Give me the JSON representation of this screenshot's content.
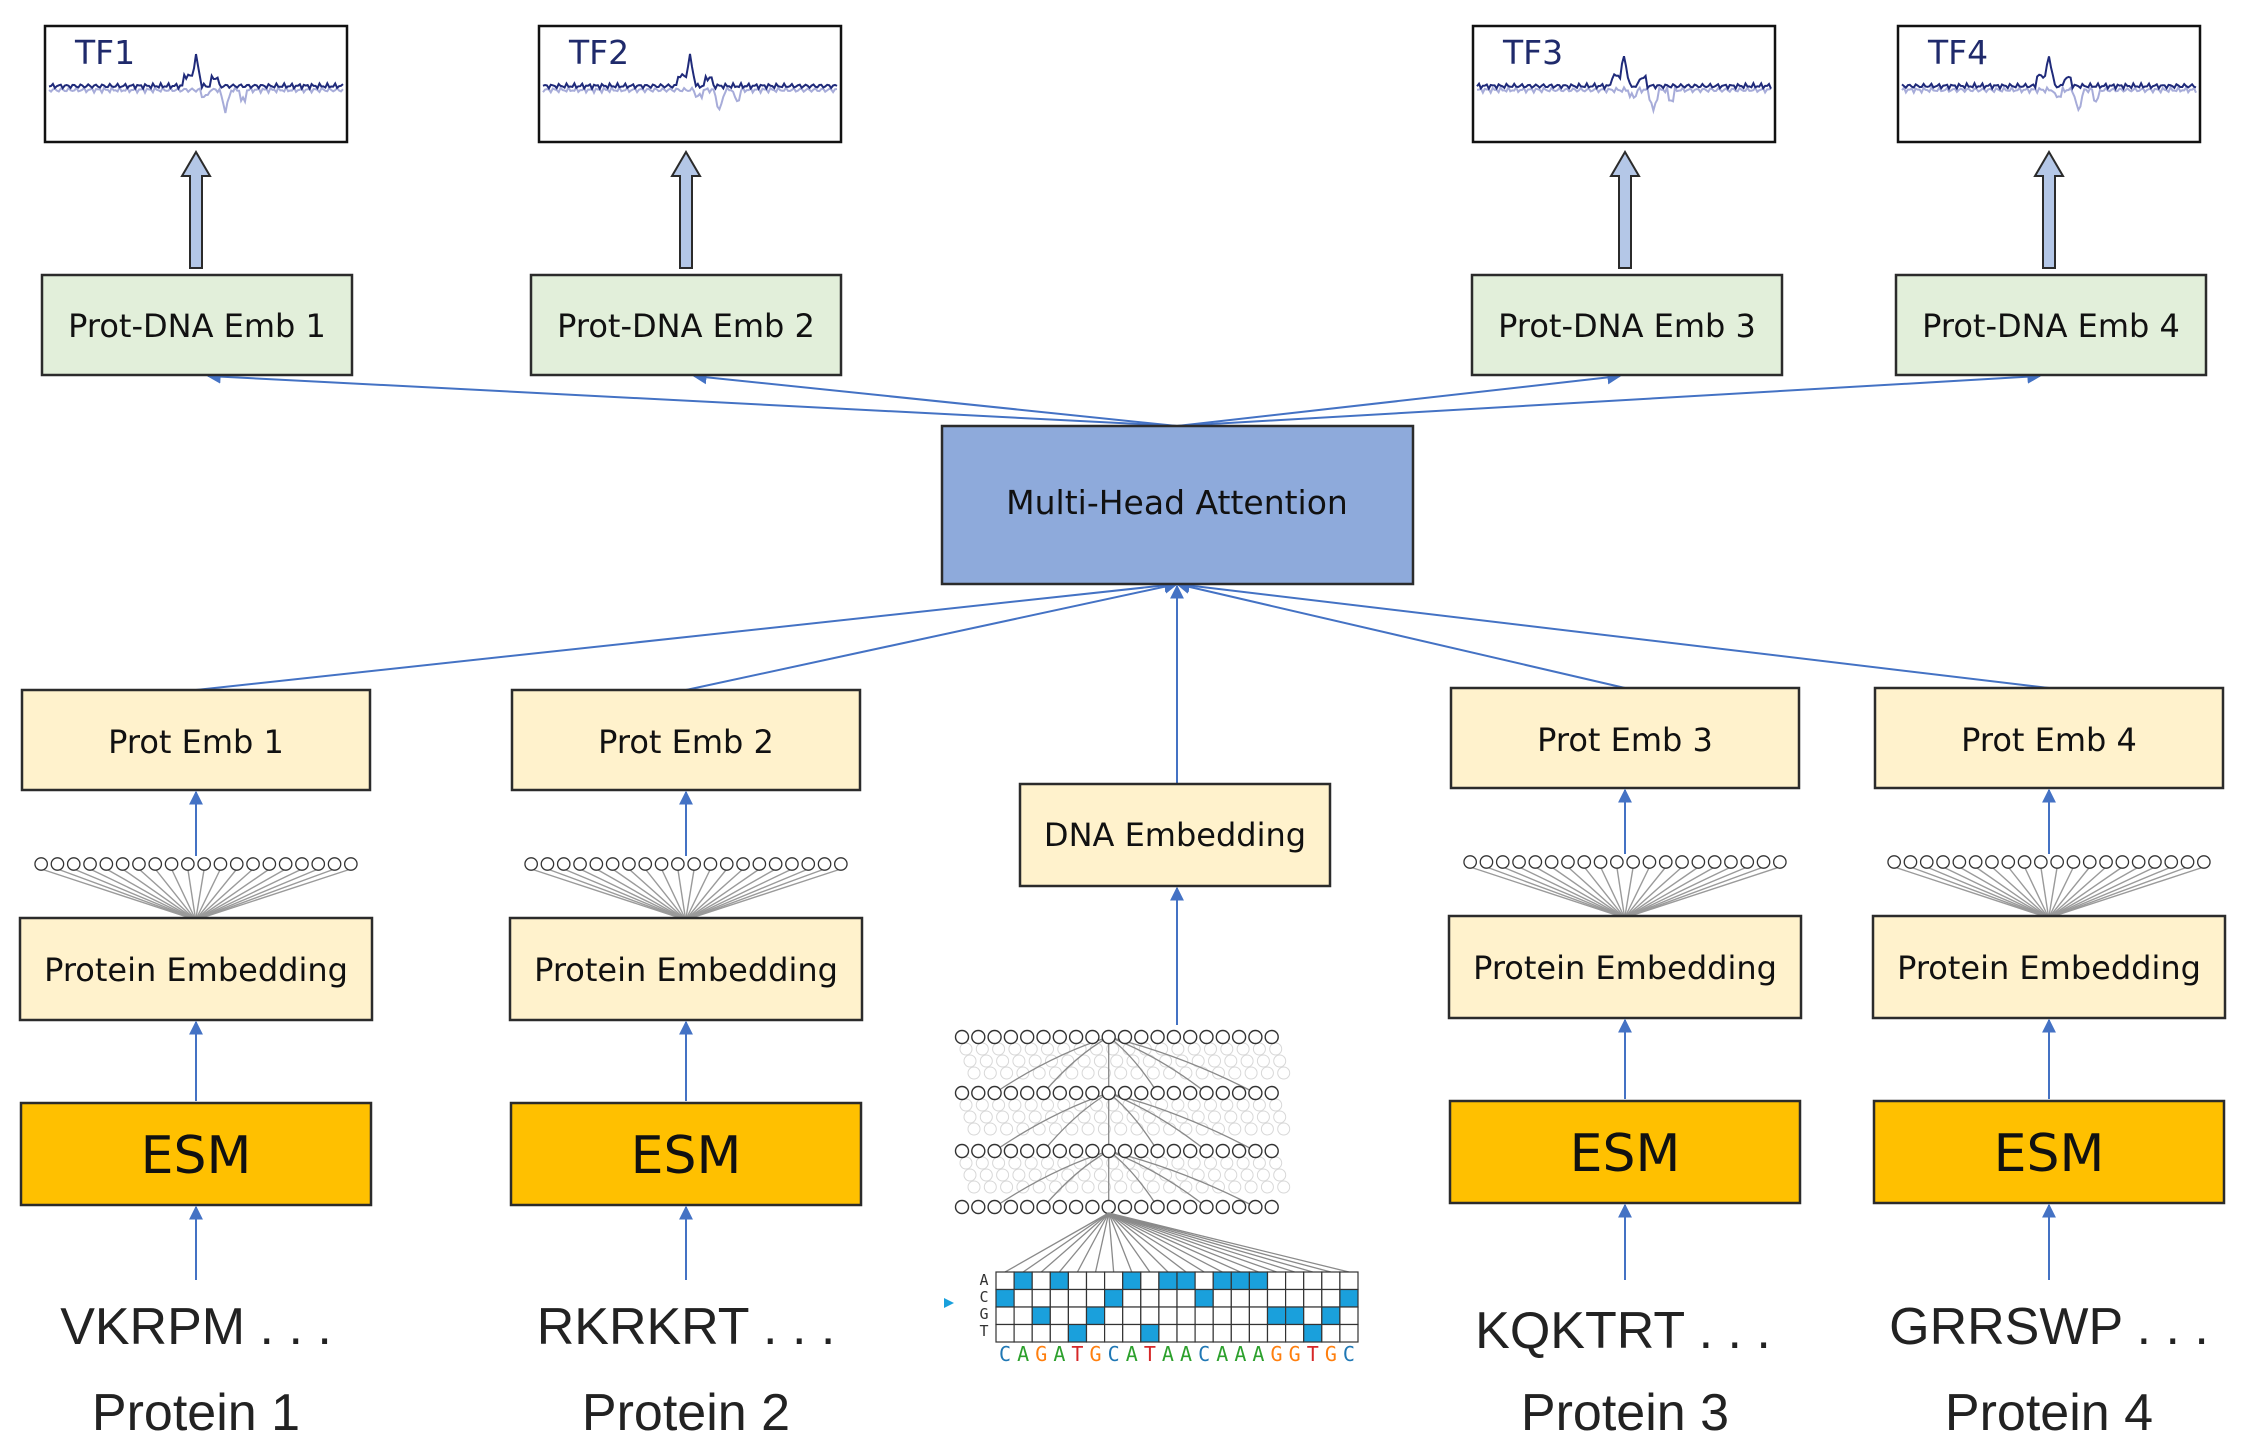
{
  "colors": {
    "prot_emb_fill": "#fff2cc",
    "prot_emb_stroke": "#2b2b2b",
    "protdna_fill": "#e2efda",
    "attention_fill": "#8eaadb",
    "esm_fill": "#ffc000",
    "arrow": "#4472c4",
    "track_dark": "#1f2a7a",
    "track_light": "#a7acd9",
    "hot_arrow_fill": "#b4c7e7",
    "onehot_cell": "#1aa0dc"
  },
  "attention": {
    "label": "Multi-Head Attention"
  },
  "dna": {
    "embedding_label": "DNA Embedding",
    "onehot_letters": [
      "A",
      "C",
      "G",
      "T"
    ],
    "sequence": "CAGATGCATAACAAAGGTGC",
    "sequence_colors": [
      "#1f77b4",
      "#2ca02c",
      "#ff7f0e",
      "#2ca02c",
      "#d62728",
      "#ff7f0e",
      "#1f77b4",
      "#2ca02c",
      "#d62728",
      "#2ca02c",
      "#2ca02c",
      "#1f77b4",
      "#2ca02c",
      "#2ca02c",
      "#2ca02c",
      "#ff7f0e",
      "#ff7f0e",
      "#d62728",
      "#ff7f0e",
      "#1f77b4"
    ]
  },
  "proteins": [
    {
      "tf_label": "TF1",
      "protdna_label": "Prot-DNA Emb 1",
      "prot_emb_label": "Prot Emb 1",
      "protein_embedding_label": "Protein Embedding",
      "esm_label": "ESM",
      "sequence": "VKRPM . . .",
      "name": "Protein 1"
    },
    {
      "tf_label": "TF2",
      "protdna_label": "Prot-DNA Emb 2",
      "prot_emb_label": "Prot Emb 2",
      "protein_embedding_label": "Protein Embedding",
      "esm_label": "ESM",
      "sequence": "RKRKRT . . .",
      "name": "Protein 2"
    },
    {
      "tf_label": "TF3",
      "protdna_label": "Prot-DNA Emb 3",
      "prot_emb_label": "Prot Emb 3",
      "protein_embedding_label": "Protein Embedding",
      "esm_label": "ESM",
      "sequence": "KQKTRT . . .",
      "name": "Protein 3"
    },
    {
      "tf_label": "TF4",
      "protdna_label": "Prot-DNA Emb 4",
      "prot_emb_label": "Prot Emb 4",
      "protein_embedding_label": "Protein Embedding",
      "esm_label": "ESM",
      "sequence": "GRRSWP . . .",
      "name": "Protein 4"
    }
  ]
}
